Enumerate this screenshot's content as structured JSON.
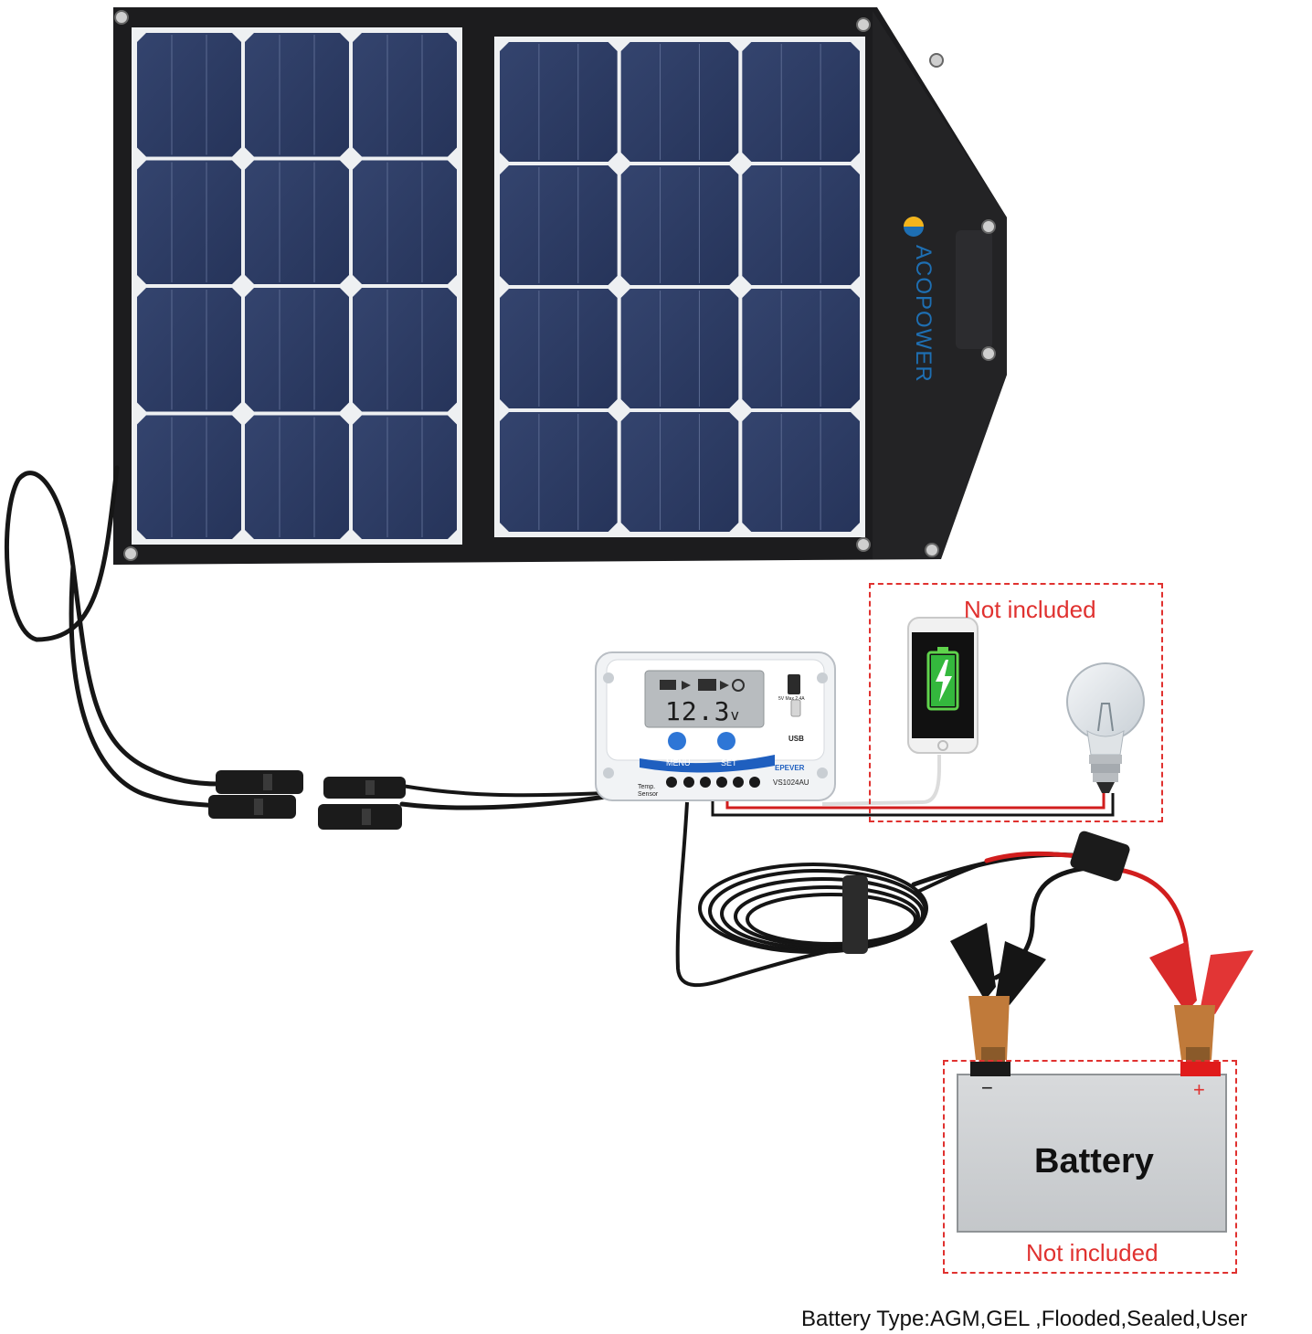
{
  "brand": {
    "logo_text": "ACOPOWER",
    "logo_color": "#1e6fb3"
  },
  "controller": {
    "display_value": "12.3",
    "display_unit": "v",
    "menu_label": "MENU",
    "set_label": "SET",
    "model_label": "VS1024AU",
    "brand_label": "EPEVER",
    "usb_label": "USB",
    "usb_rating": "5V Max 2.4A",
    "temp_sensor_label": "Temp. Sensor"
  },
  "loads_box": {
    "label": "Not included"
  },
  "battery": {
    "label": "Battery",
    "minus": "−",
    "plus": "+",
    "note": "Not included"
  },
  "footer": {
    "battery_types": "Battery Type:AGM,GEL ,Flooded,Sealed,User"
  },
  "colors": {
    "accent_red": "#e0312f",
    "cell_blue": "#2b3a63",
    "panel_frame": "#1c1c1e",
    "controller_blue": "#1f5fbf"
  }
}
